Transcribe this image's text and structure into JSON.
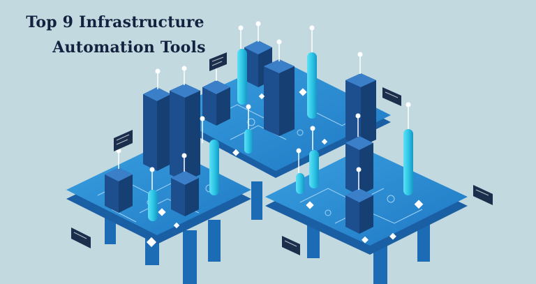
{
  "heading": {
    "line1": "Top 9 Infrastructure",
    "line2": "Automation Tools"
  },
  "colors": {
    "background": "#c3d9e0",
    "heading_text": "#13233f",
    "platform_top": "#2b8fd4",
    "platform_side": "#1a5fa4",
    "tower_dark": "#1d4f8f",
    "pillar_cyan": "#2fc7e8"
  },
  "illustration": {
    "subject": "isometric-data-center-platforms"
  }
}
